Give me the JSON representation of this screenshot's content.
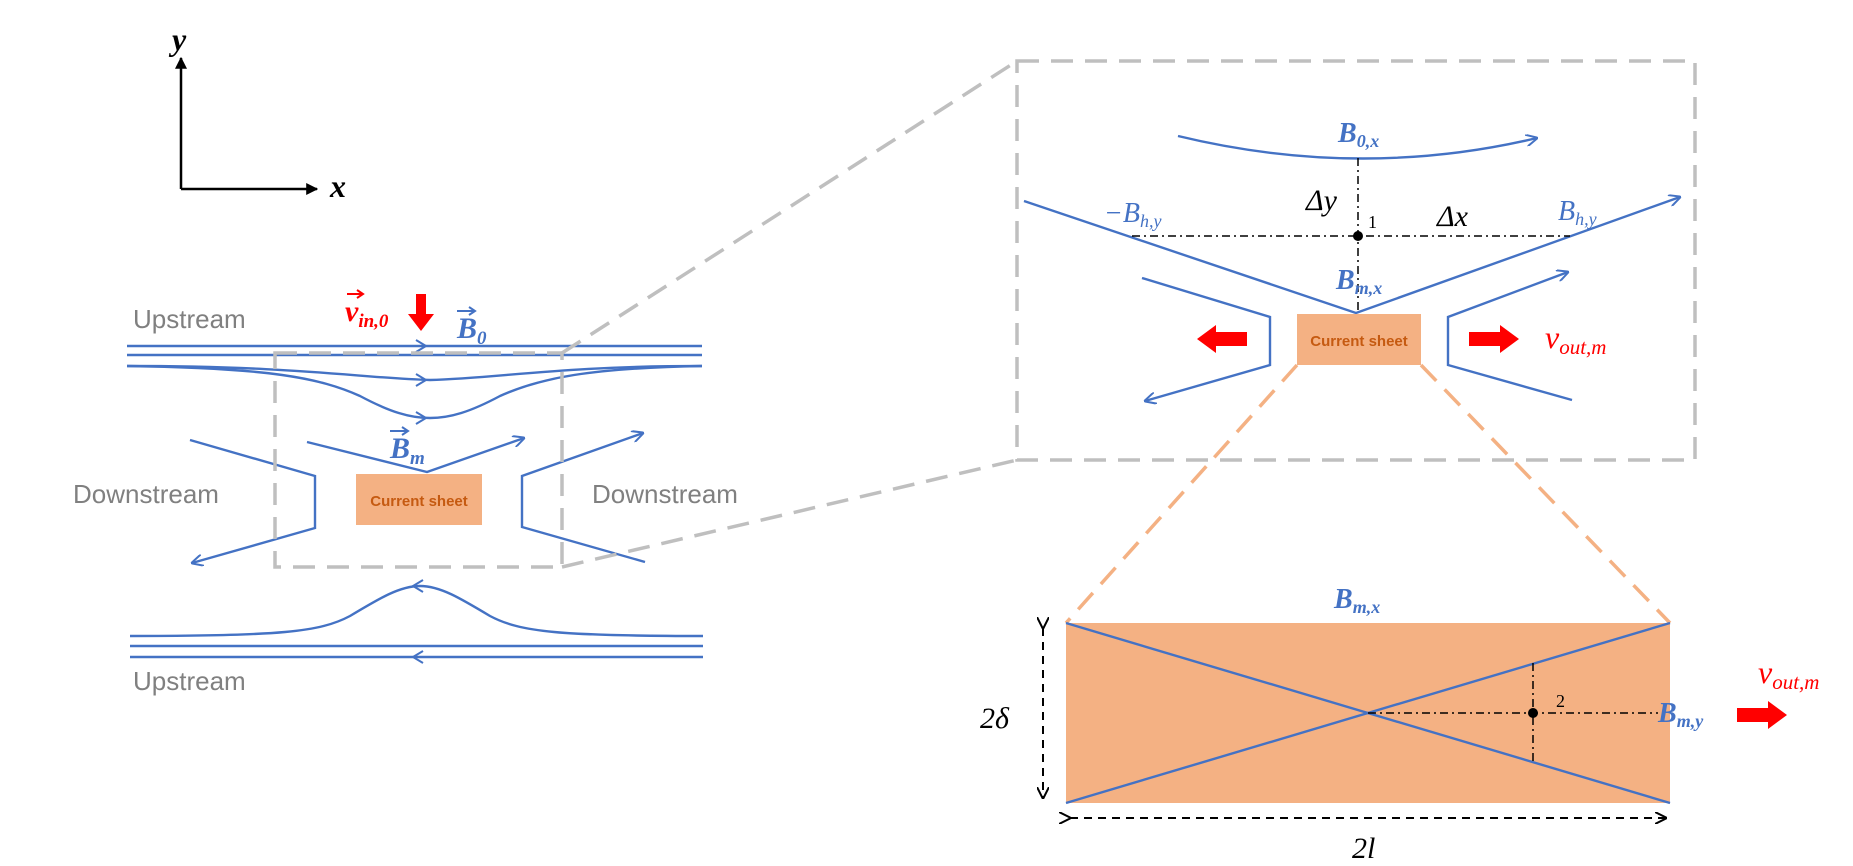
{
  "colors": {
    "field_line": "#4472C4",
    "flow_arrow": "#FF0000",
    "current_sheet_fill": "#F4B183",
    "current_sheet_text": "#C55A11",
    "zoom_box_gray": "#BFBFBF",
    "zoom_box_orange": "#F4B183",
    "label_gray": "#808080"
  },
  "axes": {
    "x_label": "x",
    "y_label": "y"
  },
  "left_panel": {
    "upstream_top": "Upstream",
    "upstream_bottom": "Upstream",
    "downstream_left": "Downstream",
    "downstream_right": "Downstream",
    "current_sheet": "Current sheet",
    "v_in_main": "v",
    "v_in_sub": "in,0",
    "b0_main": "B",
    "b0_sub": "0",
    "bm_main": "B",
    "bm_sub": "m"
  },
  "top_right_panel": {
    "b0x_main": "B",
    "b0x_sub": "0,x",
    "dy": "Δy",
    "dx": "Δx",
    "point1": "1",
    "neg_bhy_main": "−B",
    "neg_bhy_sub": "h,y",
    "bhy_main": "B",
    "bhy_sub": "h,y",
    "bmx_main": "B",
    "bmx_sub": "m,x",
    "current_sheet": "Current sheet",
    "vout_main": "v",
    "vout_sub": "out,m"
  },
  "bottom_right_panel": {
    "bmx_main": "B",
    "bmx_sub": "m,x",
    "bmy_main": "B",
    "bmy_sub": "m,y",
    "two_delta": "2δ",
    "two_l": "2l",
    "point2": "2",
    "vout_main": "v",
    "vout_sub": "out,m"
  }
}
